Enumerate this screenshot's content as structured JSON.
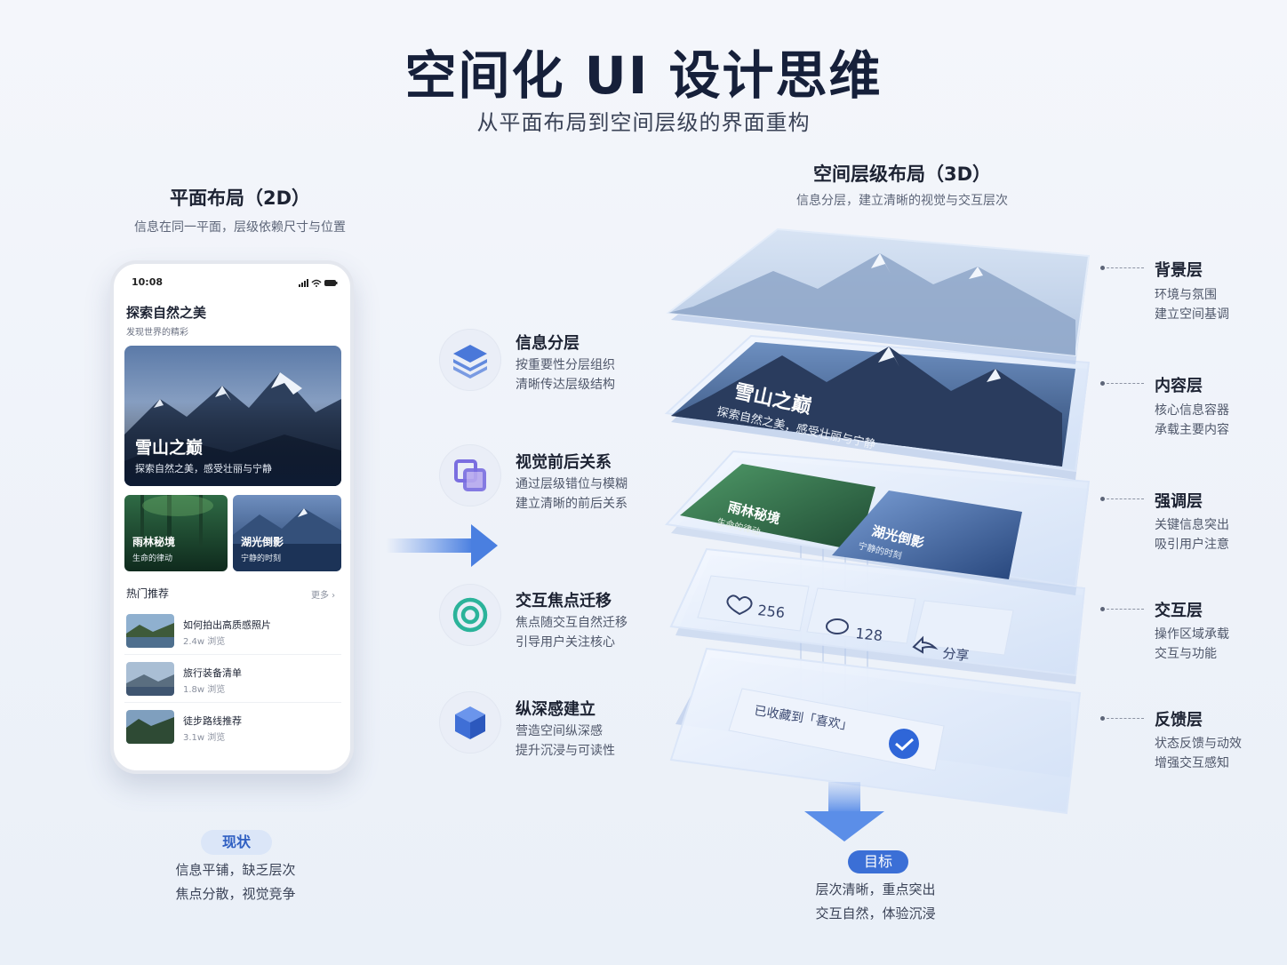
{
  "header": {
    "title": "空间化 UI 设计思维",
    "subtitle": "从平面布局到空间层级的界面重构"
  },
  "left": {
    "title": "平面布局（2D）",
    "subtitle": "信息在同一平面，层级依赖尺寸与位置",
    "phone": {
      "time": "10:08",
      "heading": "探索自然之美",
      "subheading": "发现世界的精彩",
      "hero_title": "雪山之巅",
      "hero_sub": "探索自然之美，感受壮丽与宁静",
      "cards": [
        {
          "title": "雨林秘境",
          "sub": "生命的律动"
        },
        {
          "title": "湖光倒影",
          "sub": "宁静的时刻"
        }
      ],
      "section": "热门推荐",
      "more": "更多 ›",
      "list": [
        {
          "title": "如何拍出高质感照片",
          "views": "2.4w 浏览"
        },
        {
          "title": "旅行装备清单",
          "views": "1.8w 浏览"
        },
        {
          "title": "徒步路线推荐",
          "views": "3.1w 浏览"
        }
      ]
    },
    "badge": "现状",
    "caption": [
      "信息平铺，缺乏层次",
      "焦点分散，视觉竞争"
    ]
  },
  "features": [
    {
      "icon": "layers-icon",
      "title": "信息分层",
      "desc": [
        "按重要性分层组织",
        "清晰传达层级结构"
      ]
    },
    {
      "icon": "overlap-squares-icon",
      "title": "视觉前后关系",
      "desc": [
        "通过层级错位与模糊",
        "建立清晰的前后关系"
      ]
    },
    {
      "icon": "target-ring-icon",
      "title": "交互焦点迁移",
      "desc": [
        "焦点随交互自然迁移",
        "引导用户关注核心"
      ]
    },
    {
      "icon": "cube-icon",
      "title": "纵深感建立",
      "desc": [
        "营造空间纵深感",
        "提升沉浸与可读性"
      ]
    }
  ],
  "right": {
    "title": "空间层级布局（3D）",
    "subtitle": "信息分层，建立清晰的视觉与交互层次",
    "layer_content": {
      "title": "雪山之巅",
      "sub": "探索自然之美，感受壮丽与宁静"
    },
    "layer_cards": [
      {
        "title": "雨林秘境",
        "sub": "生命的律动"
      },
      {
        "title": "湖光倒影",
        "sub": "宁静的时刻"
      }
    ],
    "interactions": {
      "likes": "256",
      "comments": "128",
      "share": "分享"
    },
    "feedback": "已收藏到「喜欢」",
    "badge": "目标",
    "caption": [
      "层次清晰，重点突出",
      "交互自然，体验沉浸"
    ],
    "layers": [
      {
        "title": "背景层",
        "desc": [
          "环境与氛围",
          "建立空间基调"
        ]
      },
      {
        "title": "内容层",
        "desc": [
          "核心信息容器",
          "承载主要内容"
        ]
      },
      {
        "title": "强调层",
        "desc": [
          "关键信息突出",
          "吸引用户注意"
        ]
      },
      {
        "title": "交互层",
        "desc": [
          "操作区域承载",
          "交互与功能"
        ]
      },
      {
        "title": "反馈层",
        "desc": [
          "状态反馈与动效",
          "增强交互感知"
        ]
      }
    ]
  },
  "colors": {
    "accent": "#3b6fd6",
    "pill_bg": "#dbe6f8",
    "cta": "#2f66d8"
  }
}
